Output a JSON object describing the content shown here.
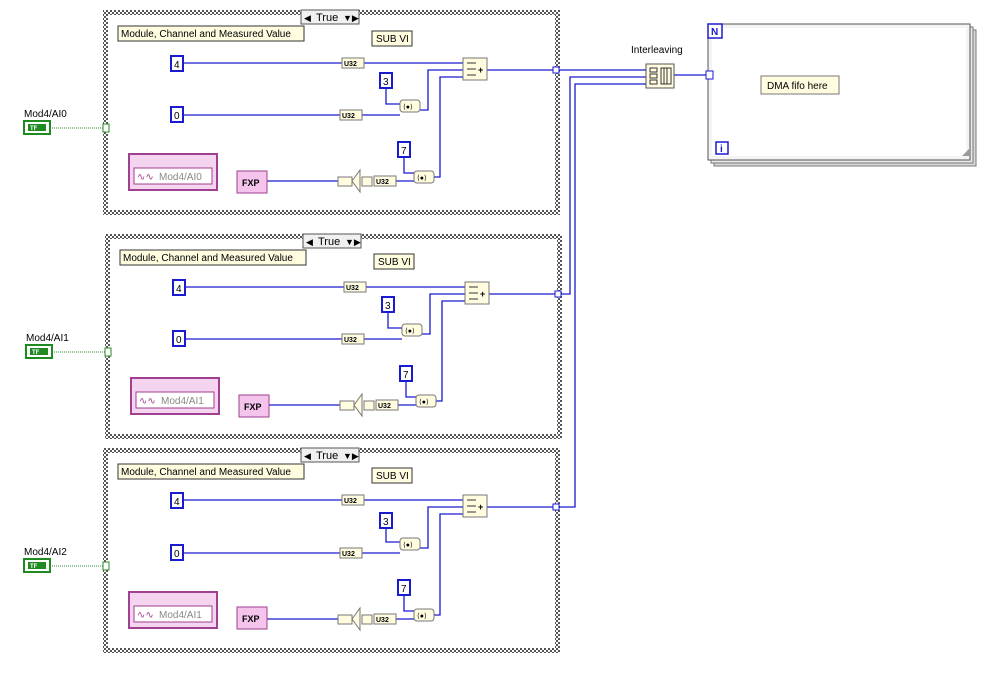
{
  "colors": {
    "wire_blue": "#1a1ad0",
    "wire_green": "#2a8a2a",
    "bool_green": "#1f8a1f",
    "fxp_pink": "#cc6dc0",
    "frame_gray": "#444444",
    "label_bg": "#fffce0"
  },
  "inputs": [
    {
      "name": "Mod4/AI0"
    },
    {
      "name": "Mod4/AI1"
    },
    {
      "name": "Mod4/AI2"
    }
  ],
  "bool_icon_text": "TF",
  "case_structures": [
    {
      "selector": "True",
      "title_label": "Module, Channel and Measured Value",
      "subvi_label": "SUB VI",
      "const_a": "4",
      "const_b": "0",
      "const_c": "3",
      "const_d": "7",
      "io_node": "Mod4/AI0",
      "fxp_label": "FXP",
      "u32_label": "U32"
    },
    {
      "selector": "True",
      "title_label": "Module, Channel and Measured Value",
      "subvi_label": "SUB VI",
      "const_a": "4",
      "const_b": "0",
      "const_c": "3",
      "const_d": "7",
      "io_node": "Mod4/AI1",
      "fxp_label": "FXP",
      "u32_label": "U32"
    },
    {
      "selector": "True",
      "title_label": "Module, Channel and Measured Value",
      "subvi_label": "SUB VI",
      "const_a": "4",
      "const_b": "0",
      "const_c": "3",
      "const_d": "7",
      "io_node": "Mod4/AI1",
      "fxp_label": "FXP",
      "u32_label": "U32"
    }
  ],
  "interleaving_label": "Interleaving",
  "for_loop": {
    "n_label": "N",
    "i_label": "i",
    "comment": "DMA fifo here"
  }
}
